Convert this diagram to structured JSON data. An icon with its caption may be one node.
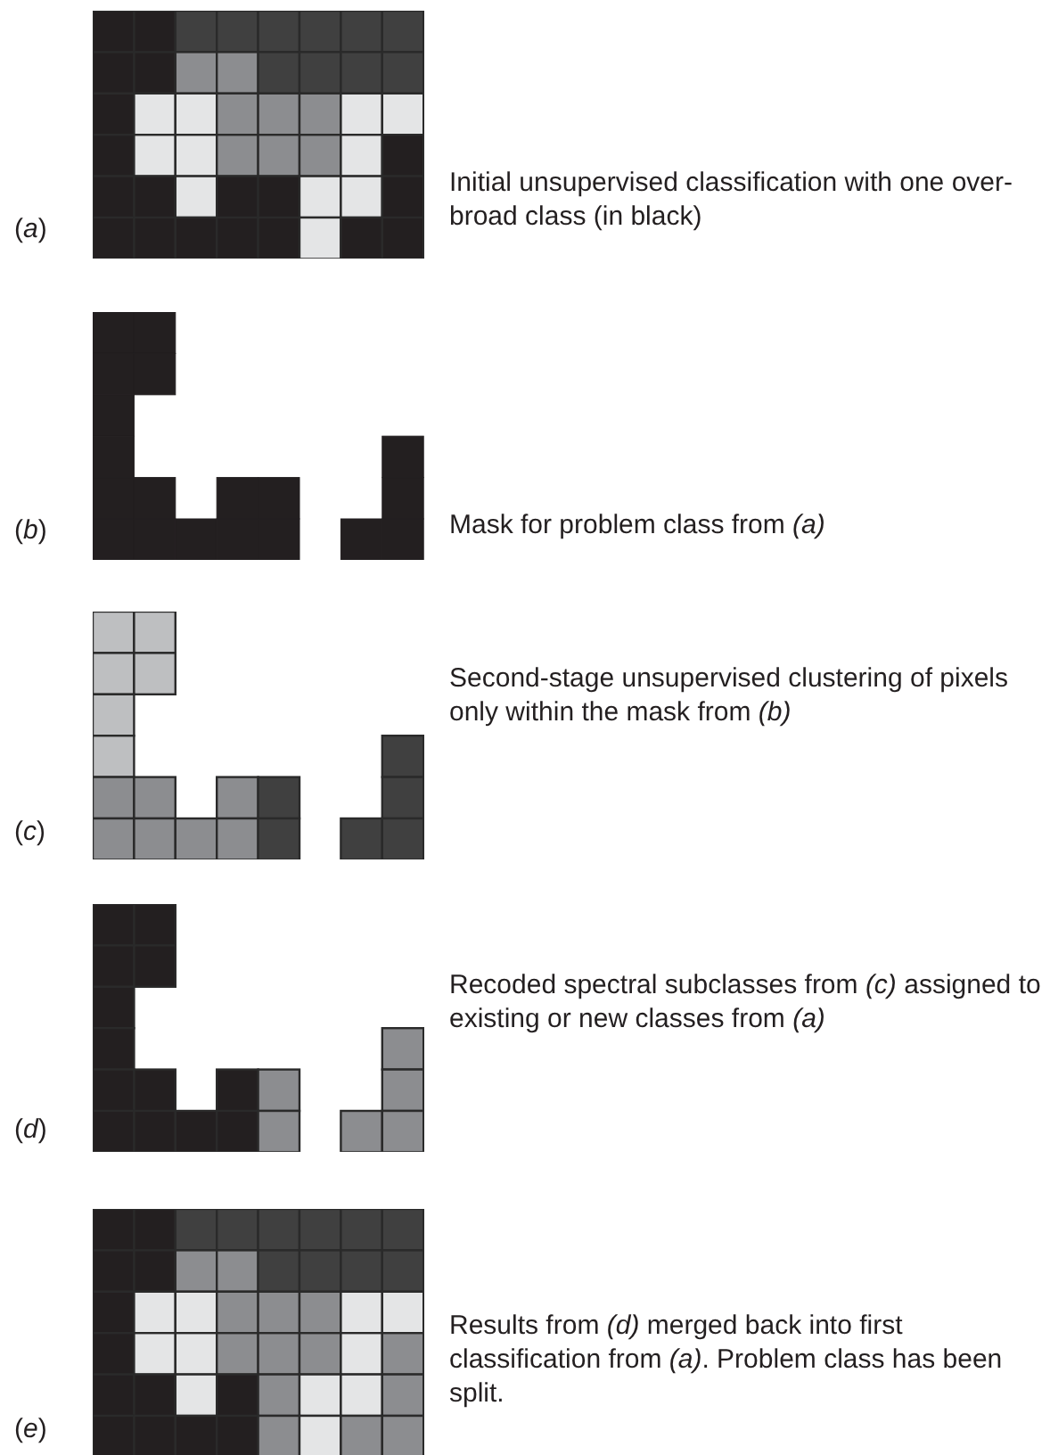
{
  "diagram": {
    "labels": [
      "(*a*)",
      "Initial unsupervised classification with one over-broad class (in black)",
      "(*b*)",
      "Mask for problem class from *(a)*",
      "(*c*)",
      "Second-stage unsupervised clustering of pixels only within the mask from *(b)*",
      "(*d*)",
      "Recoded spectral subclasses from *(c)* assigned to existing or new classes from *(a)*",
      "(*e*)",
      "Results from *(d)* merged back into first classification from *(a)*. Problem class has been split."
    ]
  }
}
